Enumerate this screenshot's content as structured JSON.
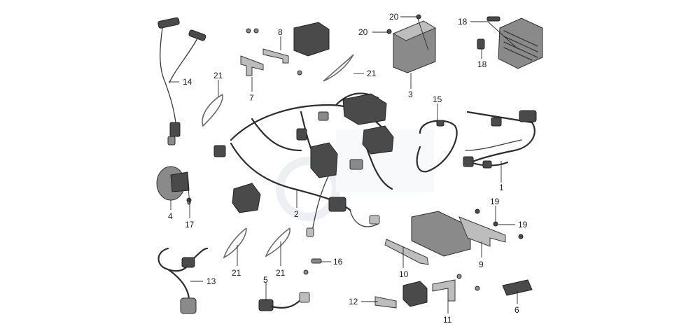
{
  "callouts": [
    {
      "id": "c1",
      "label": "1"
    },
    {
      "id": "c2",
      "label": "2"
    },
    {
      "id": "c3",
      "label": "3"
    },
    {
      "id": "c4",
      "label": "4"
    },
    {
      "id": "c5",
      "label": "5"
    },
    {
      "id": "c6",
      "label": "6"
    },
    {
      "id": "c7",
      "label": "7"
    },
    {
      "id": "c8",
      "label": "8"
    },
    {
      "id": "c9",
      "label": "9"
    },
    {
      "id": "c10",
      "label": "10"
    },
    {
      "id": "c11",
      "label": "11"
    },
    {
      "id": "c12",
      "label": "12"
    },
    {
      "id": "c13",
      "label": "13"
    },
    {
      "id": "c14",
      "label": "14"
    },
    {
      "id": "c15",
      "label": "15"
    },
    {
      "id": "c16",
      "label": "16"
    },
    {
      "id": "c17",
      "label": "17"
    },
    {
      "id": "c18a",
      "label": "18"
    },
    {
      "id": "c18b",
      "label": "18"
    },
    {
      "id": "c19a",
      "label": "19"
    },
    {
      "id": "c19b",
      "label": "19"
    },
    {
      "id": "c20a",
      "label": "20"
    },
    {
      "id": "c20b",
      "label": "20"
    },
    {
      "id": "c21a",
      "label": "21"
    },
    {
      "id": "c21b",
      "label": "21"
    },
    {
      "id": "c21c",
      "label": "21"
    },
    {
      "id": "c21d",
      "label": "21"
    }
  ],
  "colors": {
    "background": "#ffffff",
    "part_dark": "#4a4a4a",
    "watermark": "#dfe6ef"
  }
}
